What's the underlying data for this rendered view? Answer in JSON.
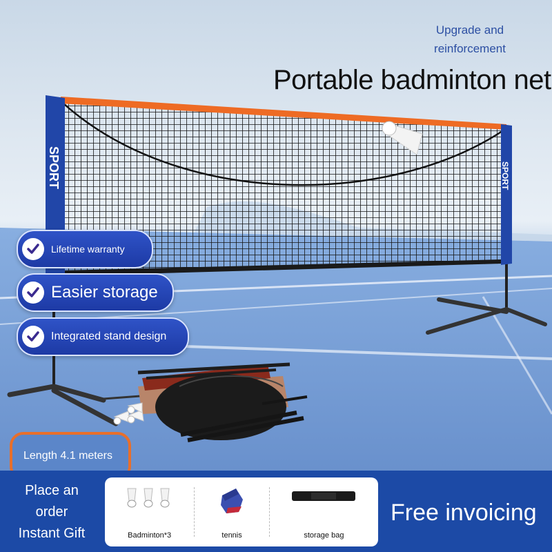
{
  "tagline": {
    "line1": "Upgrade and",
    "line2": "reinforcement"
  },
  "headline": "Portable badminton net",
  "net": {
    "pole_text_left": "SPORT",
    "pole_text_right": "SPORT"
  },
  "features": [
    {
      "label": "Lifetime warranty",
      "icon": "check-icon"
    },
    {
      "label": "Easier storage",
      "icon": "check-icon"
    },
    {
      "label": "Integrated stand design",
      "icon": "check-icon"
    }
  ],
  "length_tab": "Length 4.1 meters",
  "gift": {
    "line1": "Place an",
    "line2": "order",
    "line3": "Instant Gift"
  },
  "gift_items": [
    {
      "label": "Badminton*3",
      "icon": "shuttlecock-icon"
    },
    {
      "label": "tennis",
      "icon": "tennis-ball-icon"
    },
    {
      "label": "storage bag",
      "icon": "storage-bag-icon"
    }
  ],
  "invoicing": "Free invoicing",
  "colors": {
    "brand_blue": "#1c4aa6",
    "pill_blue": "#2447b8",
    "accent_orange": "#e86f2b",
    "check_purple": "#3a2a8f"
  }
}
